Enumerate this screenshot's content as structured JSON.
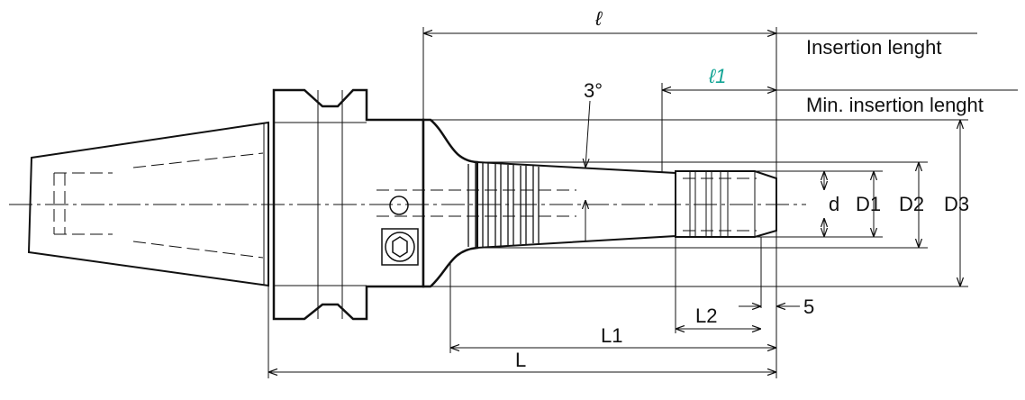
{
  "colors": {
    "line": "#111111",
    "accent": "#14a596",
    "body_fill": "#ffffff"
  },
  "labels": {
    "ell": "ℓ",
    "ell1": "ℓ1",
    "angle": "3°",
    "insertion_length": "Insertion lenght",
    "min_insertion_length": "Min. insertion lenght",
    "d": "d",
    "D1": "D1",
    "D2": "D2",
    "D3": "D3",
    "L": "L",
    "L1": "L1",
    "L2": "L2",
    "five": "5"
  }
}
